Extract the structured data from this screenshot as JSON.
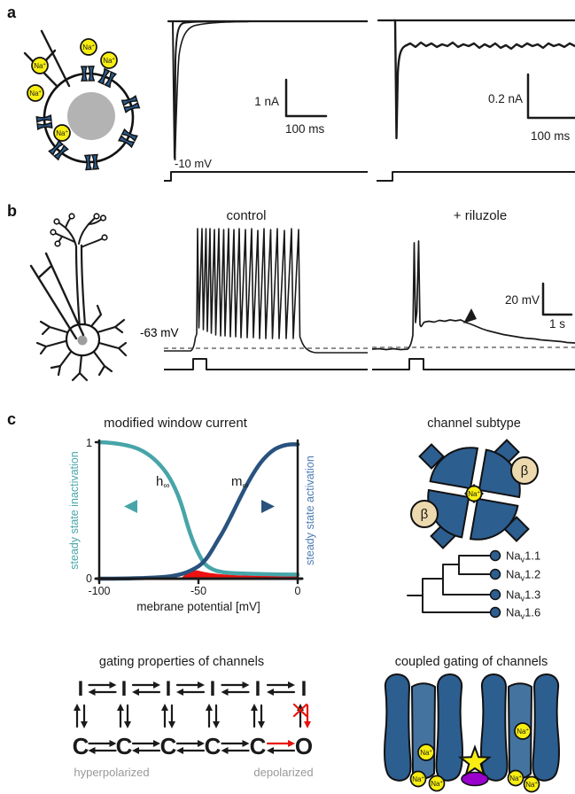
{
  "figure": {
    "panel_a_label": "a",
    "panel_b_label": "b",
    "panel_c_label": "c"
  },
  "ion": {
    "na": "Na",
    "plus": "+"
  },
  "panel_a": {
    "trace1": {
      "scale_v": "1 nA",
      "scale_h": "100 ms",
      "step": "-10 mV"
    },
    "trace2": {
      "scale_v": "0.2 nA",
      "scale_h": "100 ms"
    }
  },
  "panel_b": {
    "control_title": "control",
    "riluzole_title": "+ riluzole",
    "vm": "-63 mV",
    "scale_v": "20 mV",
    "scale_h": "1 s"
  },
  "panel_c": {
    "window": {
      "title": "modified window current",
      "ylabel_left": "steady state inactivation",
      "ylabel_right": "steady state activation",
      "xlabel": "mebrane potential [mV]",
      "ytick_top": "1",
      "ytick_bottom": "0",
      "xtick_m100": "-100",
      "xtick_m50": "-50",
      "xtick_0": "0",
      "h": "h",
      "m": "m",
      "inf": "∞"
    },
    "subtype": {
      "title": "channel subtype",
      "beta": "β",
      "nav": "Na",
      "v_sub": "v",
      "tip1": "1.1",
      "tip2": "1.2",
      "tip3": "1.3",
      "tip4": "1.6"
    },
    "gating": {
      "title": "gating properties of channels",
      "inactivated": "I",
      "closed": "C",
      "open": "O",
      "left": "hyperpolarized",
      "right": "depolarized"
    },
    "coupled": {
      "title": "coupled gating of channels"
    }
  },
  "colors": {
    "channel_blue": "#2d5e90",
    "pore_blue": "#44739f",
    "teal": "#47a5a9",
    "navy": "#29527e",
    "activation_label_blue": "#4c7cb3",
    "red": "#ee1111",
    "yellow": "#f8ee12",
    "beige": "#ecd9ad",
    "purple": "#9900cc",
    "gray_label": "#999999",
    "nucleus_gray": "#b3b3b3"
  },
  "chart_data": {
    "type": "line",
    "title": "modified window current",
    "xlabel": "mebrane potential [mV]",
    "ylabel_left": "steady state inactivation",
    "ylabel_right": "steady state activation",
    "xlim": [
      -100,
      0
    ],
    "ylim": [
      0,
      1
    ],
    "xticks": [
      -100,
      -50,
      0
    ],
    "yticks": [
      0,
      1
    ],
    "grid": false,
    "series": [
      {
        "name": "h_inf",
        "color": "#47a5a9",
        "x": [
          -100,
          -88,
          -80,
          -72,
          -66,
          -62,
          -58,
          -54,
          -50,
          -46,
          -42,
          -38,
          -30,
          -20,
          -10,
          0
        ],
        "y": [
          1,
          0.985,
          0.95,
          0.88,
          0.77,
          0.65,
          0.5,
          0.35,
          0.22,
          0.13,
          0.08,
          0.055,
          0.04,
          0.035,
          0.03,
          0.03
        ]
      },
      {
        "name": "m_inf",
        "color": "#29527e",
        "x": [
          -100,
          -70,
          -60,
          -55,
          -50,
          -45,
          -40,
          -35,
          -30,
          -25,
          -20,
          -15,
          -10,
          -5,
          0
        ],
        "y": [
          0,
          0.01,
          0.03,
          0.05,
          0.09,
          0.16,
          0.27,
          0.42,
          0.58,
          0.72,
          0.83,
          0.9,
          0.95,
          0.97,
          0.98
        ]
      },
      {
        "name": "window_current_area",
        "color": "#ee1111",
        "fill": true,
        "x": [
          -58,
          -52,
          -50,
          -45,
          -40,
          -30,
          -20,
          -10,
          0
        ],
        "y": [
          0.005,
          0.06,
          0.07,
          0.055,
          0.04,
          0.03,
          0.025,
          0.02,
          0.02
        ]
      }
    ],
    "annotations": [
      "h∞ label with teal leftward arrow",
      "m∞ label with navy rightward arrow",
      "red filled window-current region near -50 mV"
    ]
  }
}
